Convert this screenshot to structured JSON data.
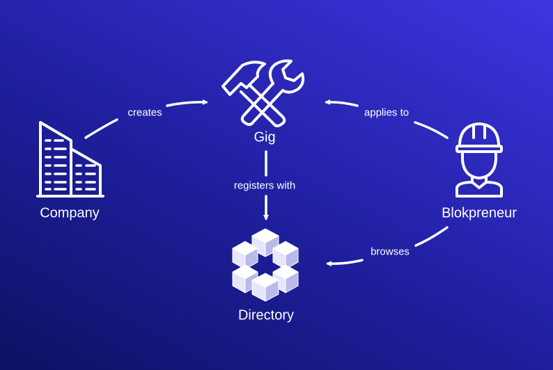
{
  "colors": {
    "background_dark": "#0c1263",
    "background_light": "#3e35e0",
    "foreground": "#ffffff",
    "cube_face": "#e6e7fb",
    "cube_shade": "#b8bbe8"
  },
  "nodes": {
    "gig": {
      "label": "Gig",
      "icon": "hammer-wrench-icon"
    },
    "company": {
      "label": "Company",
      "icon": "office-building-icon"
    },
    "blokpreneur": {
      "label": "Blokpreneur",
      "icon": "worker-hardhat-icon"
    },
    "directory": {
      "label": "Directory",
      "icon": "cube-cluster-icon"
    }
  },
  "edges": [
    {
      "from": "Company",
      "to": "Gig",
      "label": "creates"
    },
    {
      "from": "Blokpreneur",
      "to": "Gig",
      "label": "applies to"
    },
    {
      "from": "Gig",
      "to": "Directory",
      "label": "registers with"
    },
    {
      "from": "Blokpreneur",
      "to": "Directory",
      "label": "browses"
    }
  ]
}
